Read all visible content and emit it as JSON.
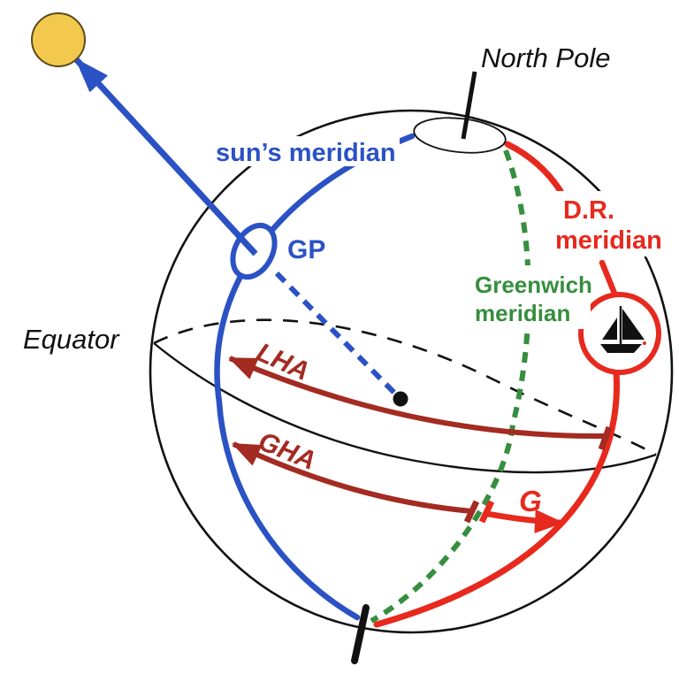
{
  "figure": {
    "labels": {
      "north_pole": "North Pole",
      "suns_meridian": "sun’s meridian",
      "gp": "GP",
      "equator": "Equator",
      "greenwich_line1": "Greenwich",
      "greenwich_line2": "meridian",
      "dr_line1": "D.R.",
      "dr_line2": "meridian",
      "lha": "LHA",
      "gha": "GHA",
      "g": "G"
    },
    "palette": {
      "meridian_blue": "#2B52C4",
      "greenwich_green": "#368E3E",
      "dr_red": "#E8291E",
      "hour_angle_dark_red": "#A32B22",
      "sun_fill": "#F2C94C",
      "sun_outline": "#5C4A1E",
      "line_black": "#111111",
      "background": "#FFFFFF"
    }
  }
}
